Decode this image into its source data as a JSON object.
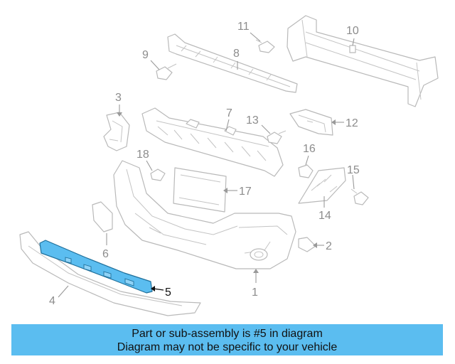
{
  "colors": {
    "highlight_fill": "#5bbdf0",
    "highlight_stroke": "#1f6f9a",
    "banner_background": "#5bbdf0",
    "part_outline": "#b9b9b9",
    "callout_text": "#8c8c8c"
  },
  "callouts": {
    "c1": "1",
    "c2": "2",
    "c3": "3",
    "c4": "4",
    "c5": "5",
    "c6": "6",
    "c7": "7",
    "c8": "8",
    "c9": "9",
    "c10": "10",
    "c11": "11",
    "c12": "12",
    "c13": "13",
    "c14": "14",
    "c15": "15",
    "c16": "16",
    "c17": "17",
    "c18": "18"
  },
  "highlighted_part": "5",
  "banner": {
    "line1": "Part or sub-assembly is #5 in diagram",
    "line2": "Diagram may not be specific to your vehicle"
  }
}
